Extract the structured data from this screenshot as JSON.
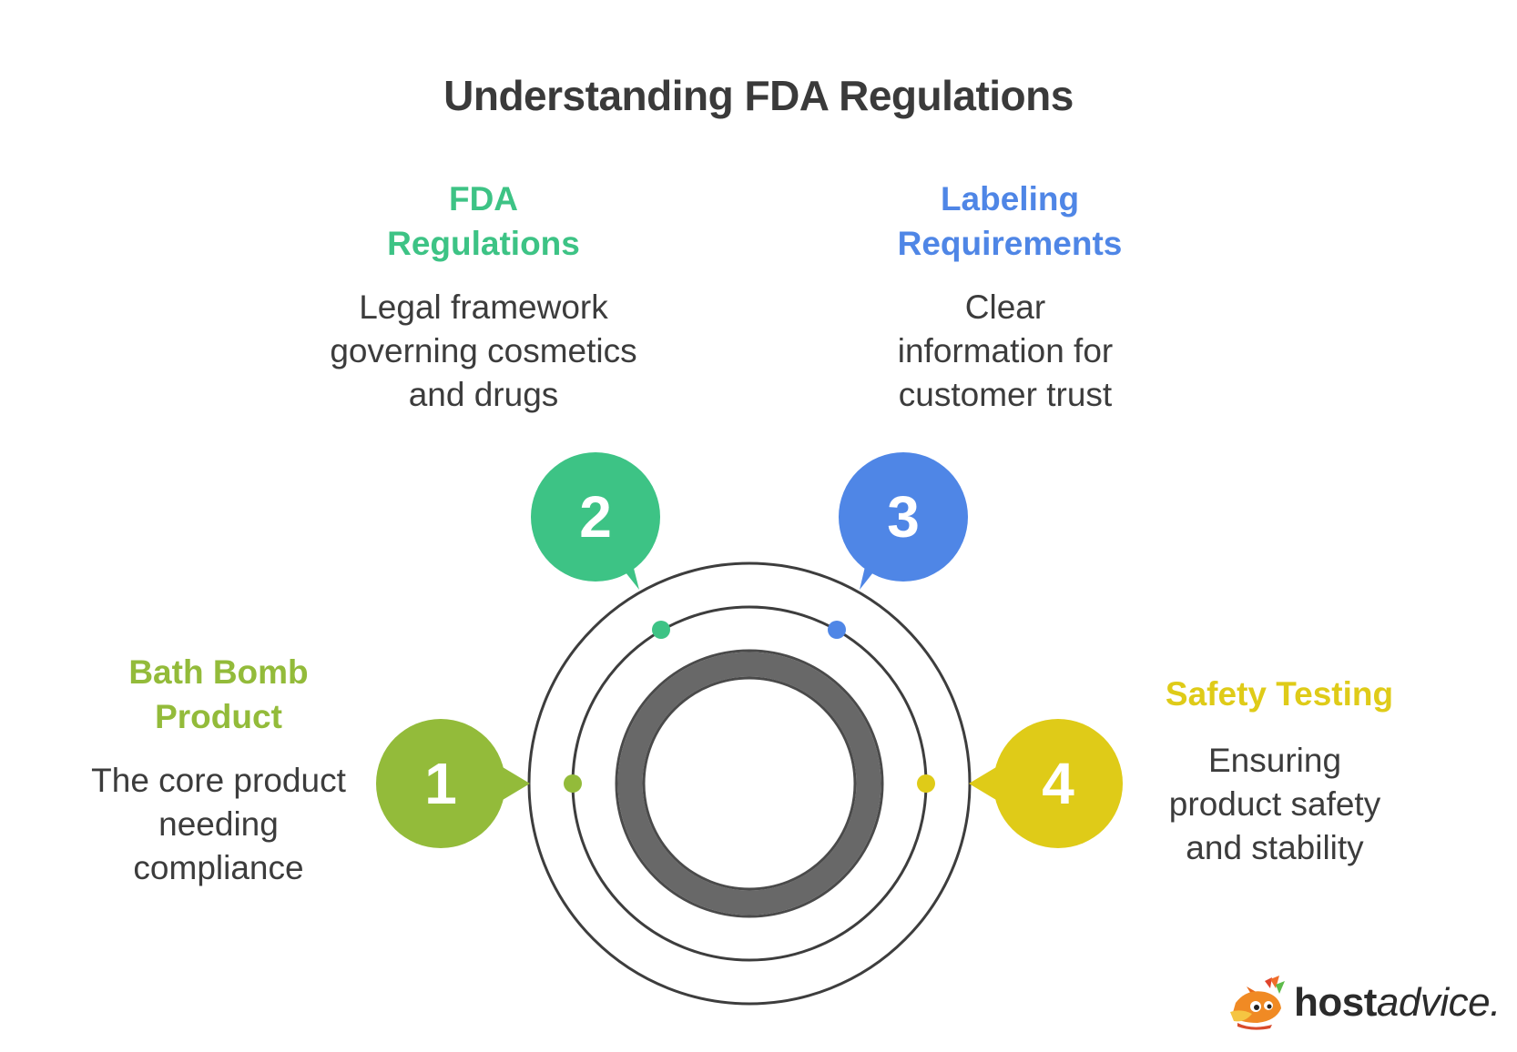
{
  "title": "Understanding FDA Regulations",
  "items": [
    {
      "number": "1",
      "title_lines": [
        "Bath Bomb",
        "Product"
      ],
      "desc_lines": [
        "The core product",
        "needing",
        "compliance"
      ],
      "color": "#93bb3a"
    },
    {
      "number": "2",
      "title_lines": [
        "FDA",
        "Regulations"
      ],
      "desc_lines": [
        "Legal framework",
        "governing cosmetics",
        "and drugs"
      ],
      "color": "#3dc385"
    },
    {
      "number": "3",
      "title_lines": [
        "Labeling",
        "Requirements"
      ],
      "desc_lines": [
        "Clear",
        "information for",
        "customer trust"
      ],
      "color": "#4f86e6"
    },
    {
      "number": "4",
      "title_lines": [
        "Safety Testing"
      ],
      "desc_lines": [
        "Ensuring",
        "product safety",
        "and stability"
      ],
      "color": "#dfcb18"
    }
  ],
  "ring_color": "#3d3d3d",
  "core_ring_color": "#686868",
  "logo": {
    "bold": "host",
    "rest": "advice."
  }
}
